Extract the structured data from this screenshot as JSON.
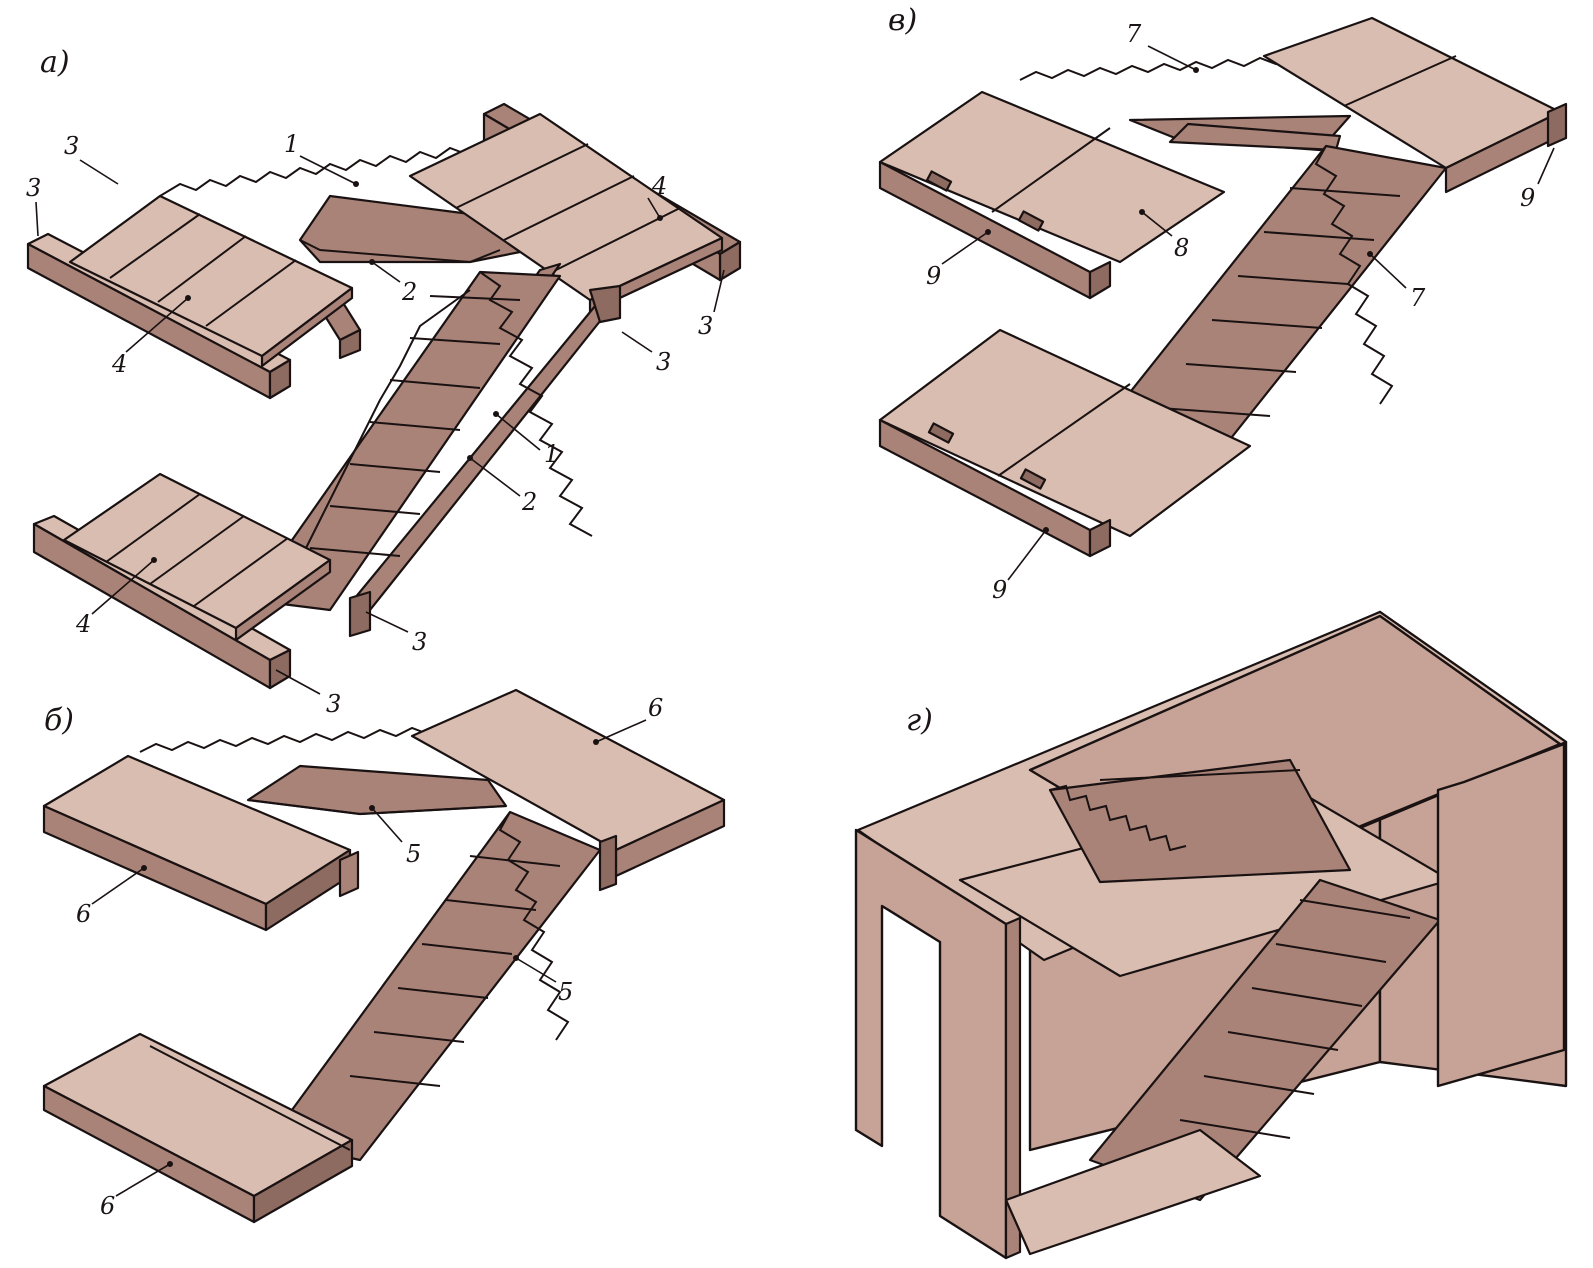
{
  "panels": [
    {
      "id": "a",
      "label": "а)"
    },
    {
      "id": "b",
      "label": "б)"
    },
    {
      "id": "v",
      "label": "в)"
    },
    {
      "id": "g",
      "label": "г)"
    }
  ],
  "callouts": {
    "a": [
      "1",
      "1",
      "2",
      "2",
      "3",
      "3",
      "3",
      "3",
      "3",
      "3",
      "4",
      "4",
      "4"
    ],
    "b": [
      "5",
      "5",
      "6",
      "6",
      "6"
    ],
    "v": [
      "7",
      "7",
      "8",
      "9",
      "9",
      "9"
    ]
  },
  "colors": {
    "top": "#d8bdb0",
    "side": "#a98378",
    "dark": "#8e6b61",
    "wall": "#c6a396",
    "ink": "#1a1212"
  }
}
